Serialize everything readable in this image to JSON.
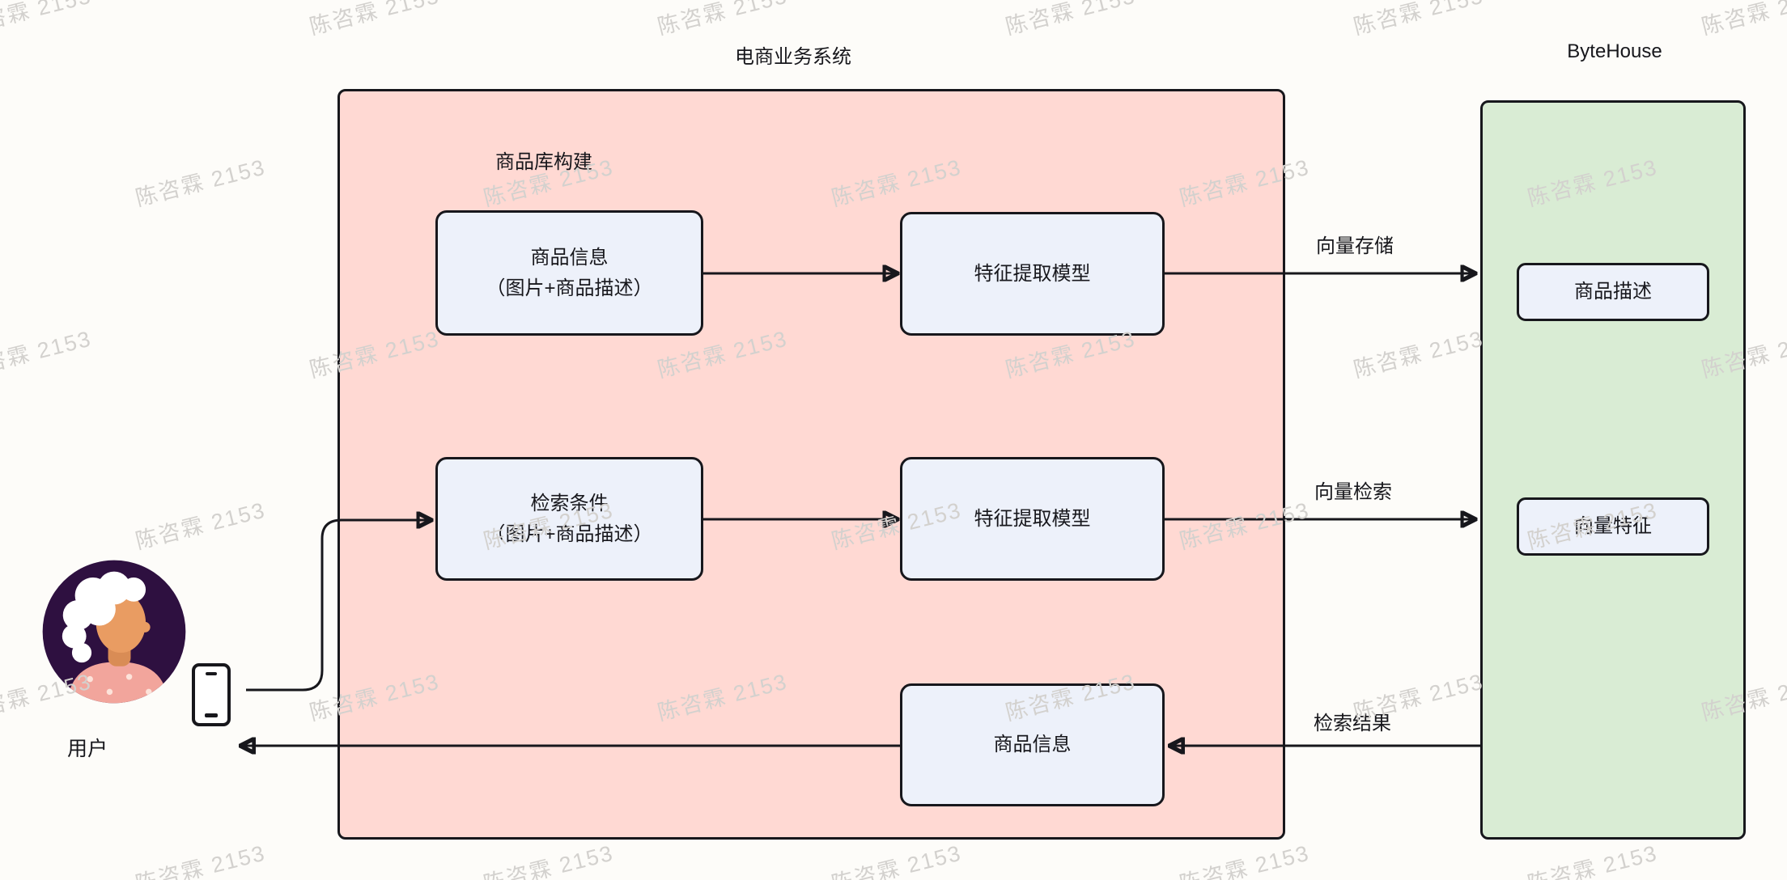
{
  "watermark": {
    "text": "陈咨霖 2153"
  },
  "header": {
    "system_title": "电商业务系统",
    "bytehouse_title": "ByteHouse"
  },
  "ecommerce_panel": {
    "label": "商品库构建"
  },
  "nodes": {
    "product_info_input": {
      "line1": "商品信息",
      "line2": "（图片+商品描述）"
    },
    "feature_extract_build": {
      "label": "特征提取模型"
    },
    "search_condition": {
      "line1": "检索条件",
      "line2": "（图片+商品描述）"
    },
    "feature_extract_search": {
      "label": "特征提取模型"
    },
    "product_info_result": {
      "label": "商品信息"
    },
    "product_description": {
      "label": "商品描述"
    },
    "vector_feature": {
      "label": "向量特征"
    }
  },
  "edges": {
    "vector_store_label": "向量存储",
    "vector_search_label": "向量检索",
    "search_result_label": "检索结果"
  },
  "user": {
    "label": "用户"
  },
  "colors": {
    "panel_pink": "#ffd9d3",
    "panel_green": "#d9ecd4",
    "node_fill": "#edf1fa",
    "stroke": "#17171c",
    "watermark": "#d3d1ce"
  }
}
